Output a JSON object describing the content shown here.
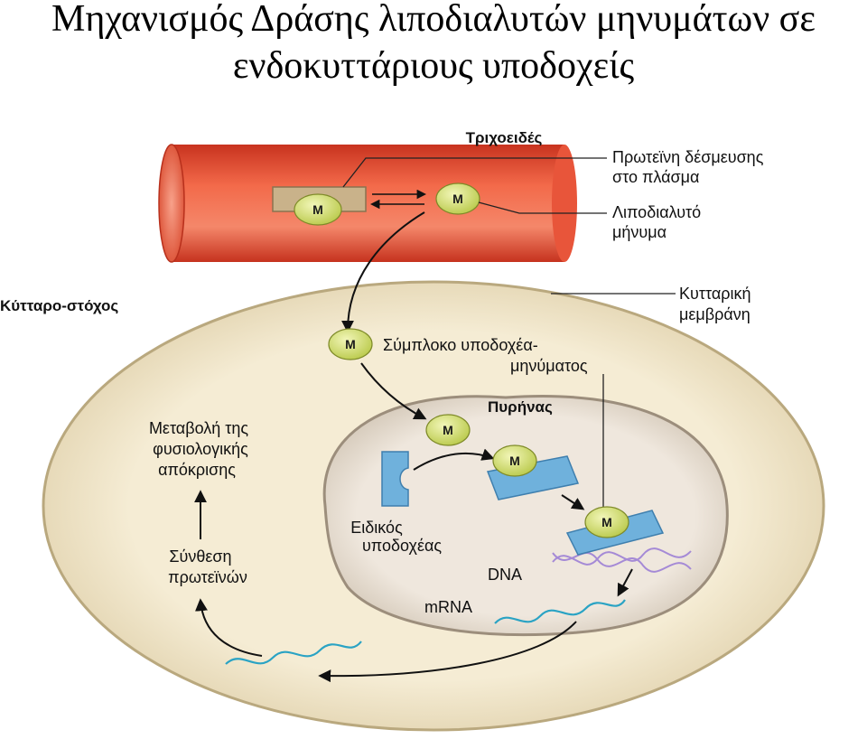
{
  "title": {
    "line1": "Μηχανισμός Δράσης λιποδιαλυτών μηνυμάτων σε",
    "line2": "ενδοκυττάριους υποδοχείς"
  },
  "diagram": {
    "capillary_label": "Τριχοειδές",
    "plasma_protein_label": [
      "Πρωτεϊνη δέσμευσης",
      "στο πλάσμα"
    ],
    "lipid_hormone_label": [
      "Λιποδιαλυτό",
      "μήνυμα"
    ],
    "target_cell_label": "Κύτταρο-στόχος",
    "cell_membrane_label": [
      "Κυτταρική",
      "μεμβράνη"
    ],
    "receptor_complex_label": [
      "Σύμπλοκο υποδοχέα-",
      "μηνύματος"
    ],
    "nucleus_label": "Πυρήνας",
    "specific_receptor_label": [
      "Ειδικός",
      "υποδοχέας"
    ],
    "dna_label": "DNA",
    "mrna_label": "mRNA",
    "physiological_response_label": [
      "Μεταβολή της",
      "φυσιολογικής",
      "απόκρισης"
    ],
    "protein_synthesis_label": [
      "Σύνθεση",
      "πρωτεϊνών"
    ],
    "hormone_symbol": "M",
    "colors": {
      "vessel": "#ef5a3c",
      "cytoplasm": "#f2e6c8",
      "nucleus": "#ede4d9",
      "receptor": "#6fb1dc",
      "hormone": "#d8e274",
      "dna": "#a58ad6",
      "mrna": "#2aa3c4"
    }
  }
}
